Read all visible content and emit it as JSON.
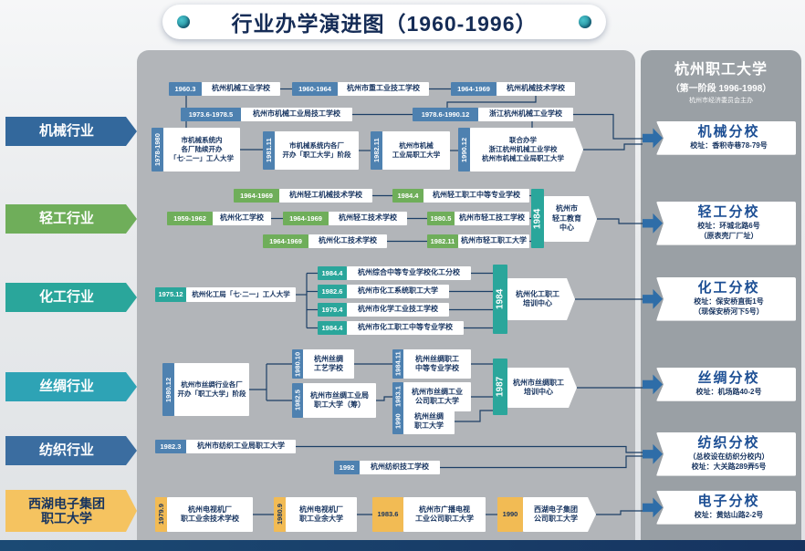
{
  "title": "行业办学演进图（1960-1996）",
  "colors": {
    "machinery_blue": "#33689c",
    "light_green": "#6fae5a",
    "chemical_teal": "#2aa69b",
    "silk_cyan": "#2ea3b5",
    "textile_blue": "#3b6da0",
    "electronics_yellow": "#f5c360",
    "tag_blue": "#4e81b0",
    "branch_arrow_blue": "#2e6da8",
    "footer_navy": "#16335f"
  },
  "industries": [
    {
      "label": "机械行业"
    },
    {
      "label": "轻工行业"
    },
    {
      "label": "化工行业"
    },
    {
      "label": "丝绸行业"
    },
    {
      "label": "纺织行业"
    },
    {
      "label": "西湖电子集团\n职工大学"
    }
  ],
  "machinery": {
    "nodes": [
      {
        "year": "1960.3",
        "name": "杭州机械工业学校"
      },
      {
        "year": "1960-1964",
        "name": "杭州市重工业技工学校"
      },
      {
        "year": "1964-1969",
        "name": "杭州机械技术学校"
      },
      {
        "year": "1973.6-1978.5",
        "name": "杭州市机械工业局技工学校"
      },
      {
        "year": "1978.6-1990.12",
        "name": "浙江杭州机械工业学校"
      },
      {
        "year": "1978-1980",
        "name": "市机械系统内\n各厂陆续开办\n「七·二一」工人大学"
      },
      {
        "year": "1981.11",
        "name": "市机械系统内各厂\n开办「职工大学」阶段"
      },
      {
        "year": "1982.11",
        "name": "杭州市机械\n工业局职工大学"
      },
      {
        "year": "1990.12",
        "name": "联合办学\n浙江杭州机械工业学校\n杭州市机械工业局职工大学"
      }
    ]
  },
  "light": {
    "nodes": [
      {
        "year": "1964-1969",
        "name": "杭州轻工机械技术学校"
      },
      {
        "year": "1984.4",
        "name": "杭州轻工职工中等专业学校"
      },
      {
        "year": "1959-1962",
        "name": "杭州化工学校"
      },
      {
        "year": "1964-1969",
        "name": "杭州轻工技术学校"
      },
      {
        "year": "1980.5",
        "name": "杭州市轻工技工学校"
      },
      {
        "year": "1964-1969",
        "name": "杭州化工技术学校"
      },
      {
        "year": "1982.11",
        "name": "杭州市轻工职工大学"
      }
    ],
    "center": {
      "year": "1984",
      "name": "杭州市\n轻工教育\n中心"
    }
  },
  "chemical": {
    "origin": {
      "year": "1975.12",
      "name": "杭州化工局「七·二一」工人大学"
    },
    "nodes": [
      {
        "year": "1984.4",
        "name": "杭州综合中等专业学校化工分校"
      },
      {
        "year": "1982.6",
        "name": "杭州市化工系统职工大学"
      },
      {
        "year": "1979.4",
        "name": "杭州市化学工业技工学校"
      },
      {
        "year": "1984.4",
        "name": "杭州市化工职工中等专业学校"
      }
    ],
    "center": {
      "year": "1984",
      "name": "杭州化工职工\n培训中心"
    }
  },
  "silk": {
    "origin": {
      "year": "1980.12",
      "name": "杭州市丝绸行业各厂\n开办「职工大学」阶段"
    },
    "nodes": [
      {
        "year": "1980.10",
        "name": "杭州丝绸\n工艺学校"
      },
      {
        "year": "1982.5",
        "name": "杭州市丝绸工业局\n职工大学（筹）"
      },
      {
        "year": "1984.11",
        "name": "杭州丝绸职工\n中等专业学校"
      },
      {
        "year": "1983.1",
        "name": "杭州市丝绸工业\n公司职工大学"
      },
      {
        "year": "1990",
        "name": "杭州丝绸\n职工大学"
      }
    ],
    "center": {
      "year": "1987",
      "name": "杭州市丝绸职工\n培训中心"
    }
  },
  "textile": {
    "nodes": [
      {
        "year": "1982.3",
        "name": "杭州市纺织工业局职工大学"
      },
      {
        "year": "1992",
        "name": "杭州纺织技工学校"
      }
    ]
  },
  "electronics": {
    "nodes": [
      {
        "year": "1979.9",
        "name": "杭州电视机厂\n职工业余技术学校"
      },
      {
        "year": "1980.9",
        "name": "杭州电视机厂\n职工业余大学"
      },
      {
        "year": "1983.6",
        "name": "杭州市广播电视\n工业公司职工大学"
      },
      {
        "year": "1990",
        "name": "西湖电子集团\n公司职工大学"
      }
    ]
  },
  "right_panel": {
    "header": {
      "title": "杭州职工大学",
      "stage": "（第一阶段 1996-1998）",
      "host": "杭州市经济委员会主办"
    },
    "branches": [
      {
        "name": "机械分校",
        "info": "校址：香积寺巷78-79号"
      },
      {
        "name": "轻工分校",
        "info": "校址：环城北路6号\n（原表壳厂厂址）"
      },
      {
        "name": "化工分校",
        "info": "校址：保安桥直街1号\n（现保安桥河下5号）"
      },
      {
        "name": "丝绸分校",
        "info": "校址：机场路40-2号"
      },
      {
        "name": "纺织分校",
        "info": "（总校设在纺织分校内）\n校址：大关路289弄5号"
      },
      {
        "name": "电子分校",
        "info": "校址：黄姑山路2-2号"
      }
    ]
  }
}
